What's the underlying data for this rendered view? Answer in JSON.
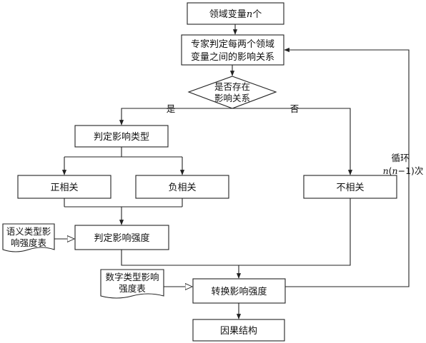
{
  "nodes": {
    "start": {
      "text_pre": "领域变量",
      "var": "n",
      "text_post": "个"
    },
    "expert": {
      "line1": "专家判定每两个领域",
      "line2": "变量之间的影响关系"
    },
    "decision": {
      "line1": "是否存在",
      "line2": "影响关系"
    },
    "judge_type": "判定影响类型",
    "positive": "正相关",
    "negative": "负相关",
    "none": "不相关",
    "judge_strength": "判定影响强度",
    "convert": "转换影响强度",
    "result": "因果结构"
  },
  "docs": {
    "semantic": {
      "line1": "语义类型影",
      "line2": "响强度表"
    },
    "numeric": {
      "line1": "数字类型影响",
      "line2": "强度表"
    }
  },
  "labels": {
    "yes": "是",
    "no": "否",
    "loop_line1": "循环",
    "loop_var1": "n",
    "loop_mid1": "(",
    "loop_var2": "n",
    "loop_mid2": "−1)次"
  }
}
